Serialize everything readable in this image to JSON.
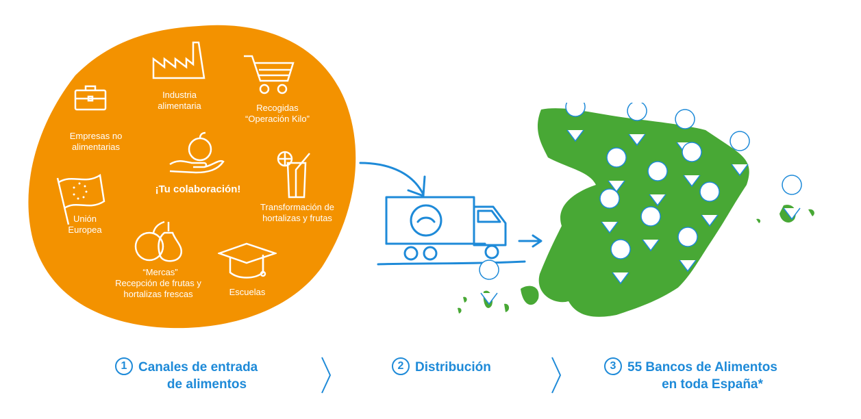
{
  "sources": {
    "empresas": "Empresas no alimentarias",
    "industria": "Industria alimentaria",
    "recogidas_1": "Recogidas",
    "recogidas_2": "“Operación Kilo”",
    "colaboracion": "¡Tu colaboración!",
    "union": "Unión Europea",
    "transformacion": "Transformación de hortalizas y frutas",
    "mercas_1": "“Mercas”",
    "mercas_2": "Recepción de frutas y hortalizas frescas",
    "escuelas": "Escuelas"
  },
  "steps": [
    {
      "num": "1",
      "line1": "Canales de entrada",
      "line2": "de alimentos"
    },
    {
      "num": "2",
      "line1": "Distribución",
      "line2": ""
    },
    {
      "num": "3",
      "line1": "55 Bancos de Alimentos",
      "line2": "en toda España*"
    }
  ],
  "colors": {
    "orange": "#f39200",
    "green": "#48a835",
    "blue": "#1e8ad8"
  }
}
